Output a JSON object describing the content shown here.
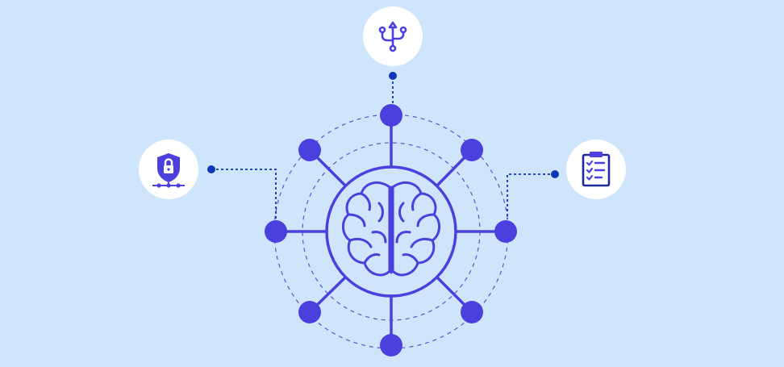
{
  "colors": {
    "background": "#cfe5fb",
    "accent": "#4b40dd",
    "connector": "#0d37b8",
    "ring_dashed": "#5a55c8",
    "badge_fill": "#ffffff"
  },
  "diagram": {
    "center_icon": "brain-icon",
    "satellite_nodes": [
      "node-top",
      "node-top-right",
      "node-right",
      "node-bottom-right",
      "node-bottom",
      "node-bottom-left",
      "node-left",
      "node-top-left"
    ],
    "badges": [
      {
        "position": "top",
        "icon": "usb-icon"
      },
      {
        "position": "left",
        "icon": "shield-lock-icon"
      },
      {
        "position": "right",
        "icon": "clipboard-checklist-icon"
      }
    ]
  }
}
